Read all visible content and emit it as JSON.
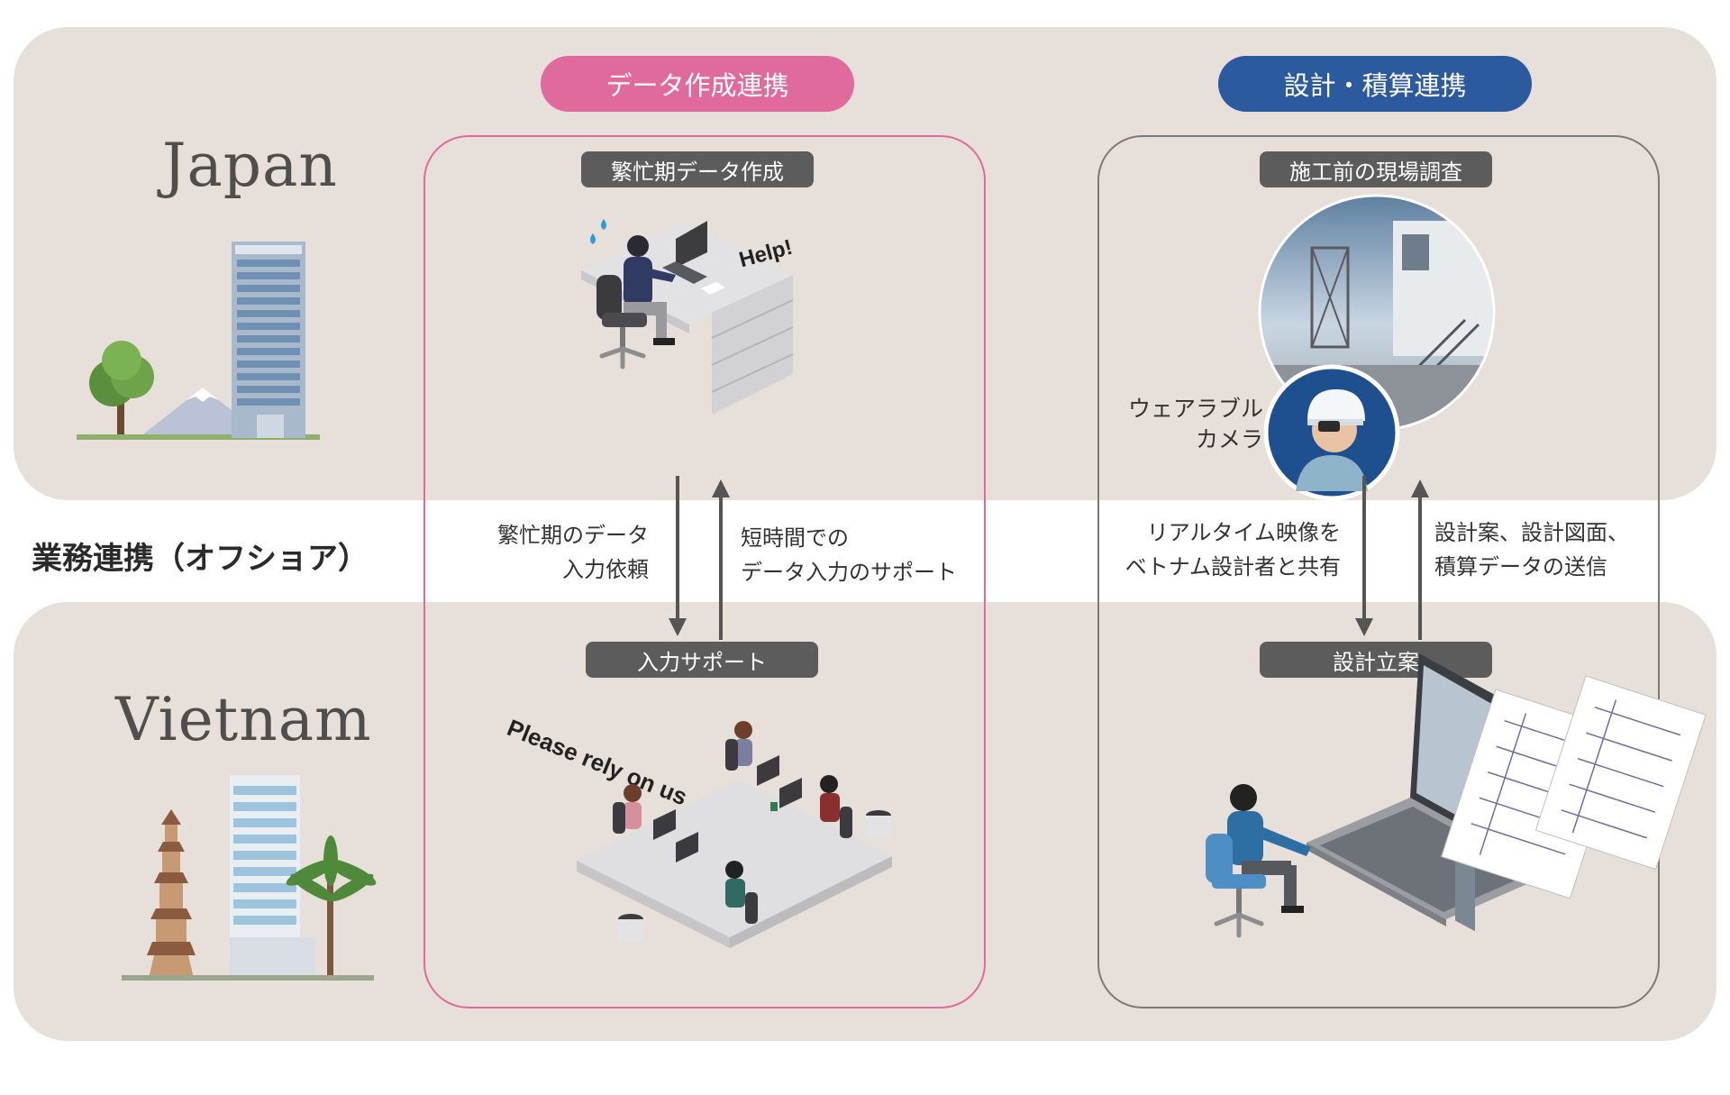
{
  "regions": {
    "japan": "Japan",
    "vietnam": "Vietnam"
  },
  "center_label": "業務連携（オフショア）",
  "left_panel": {
    "header": "データ作成連携",
    "header_color": "#e06a9c",
    "top_tag": "繁忙期データ作成",
    "bubble": "Help!",
    "down_note": [
      "繁忙期のデータ",
      "入力依頼"
    ],
    "up_note": [
      "短時間での",
      "データ入力のサポート"
    ],
    "bottom_tag": "入力サポート",
    "team_text": "Please rely on us"
  },
  "right_panel": {
    "header": "設計・積算連携",
    "header_color": "#2c5a9e",
    "top_tag": "施工前の現場調査",
    "camera_label": [
      "ウェアラブル",
      "カメラ"
    ],
    "down_note": [
      "リアルタイム映像を",
      "ベトナム設計者と共有"
    ],
    "up_note": [
      "設計案、設計図面、",
      "積算データの送信"
    ],
    "bottom_tag": "設計立案"
  },
  "colors": {
    "band": "#e7dfd9",
    "pink": "#e06a9c",
    "blue": "#2c5a9e",
    "tag": "#5c5c5c"
  }
}
